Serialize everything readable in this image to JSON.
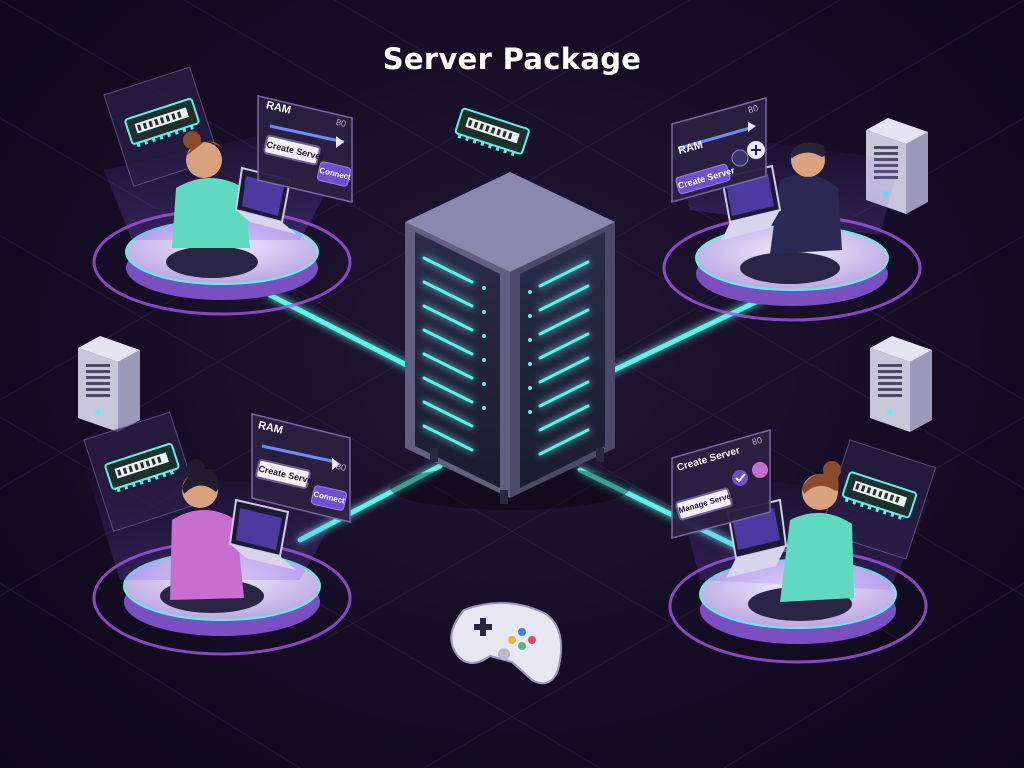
{
  "title": "Server Package",
  "panels": {
    "top_left": {
      "label": "RAM",
      "value": "80",
      "button_primary": "Create Server",
      "button_secondary": "Connect"
    },
    "top_right": {
      "label": "RAM",
      "value": "80",
      "button_primary": "Create Server"
    },
    "bottom_left": {
      "label": "RAM",
      "value": "80",
      "button_primary": "Create Server",
      "button_secondary": "Connect"
    },
    "bottom_right": {
      "label": "Create Server",
      "value": "80",
      "button_primary": "Manage Server"
    }
  },
  "colors": {
    "background": "#150d24",
    "connection_glow": "#5ef2e6",
    "platform": "#d9cdf2",
    "platform_ring": "#a457e6",
    "accent": "#6d4fd0"
  },
  "icons": [
    "server-rack-icon",
    "ram-module-icon",
    "server-tower-icon",
    "laptop-icon",
    "gamepad-icon",
    "plus-icon",
    "check-icon"
  ]
}
